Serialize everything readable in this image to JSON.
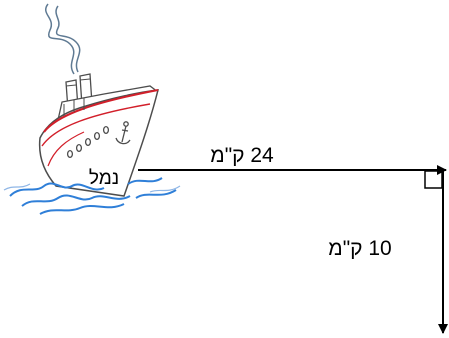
{
  "labels": {
    "port": "נמל",
    "horizontal_distance": "24 ק\"מ",
    "vertical_distance": "10 ק\"מ"
  },
  "colors": {
    "line": "#000000",
    "ship_outline": "#4d4d4d",
    "ship_stripe": "#d21f2a",
    "water": "#2f7fd8",
    "smoke": "#5f7a93"
  },
  "icons": {
    "ship": "cruise-ship-icon",
    "right_angle": "right-angle-marker-icon"
  }
}
